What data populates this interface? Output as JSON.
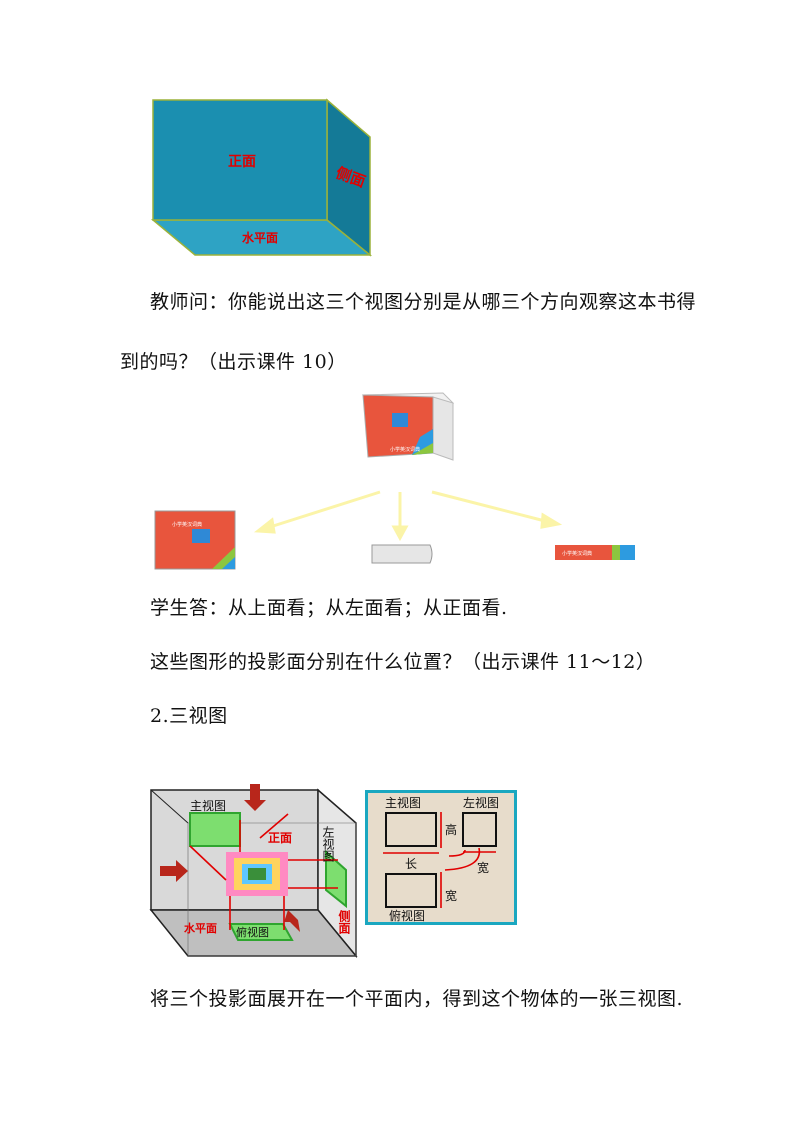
{
  "figure1": {
    "front_label": "正面",
    "side_label": "侧面",
    "bottom_label": "水平面"
  },
  "text": {
    "teacher_question_line1": "教师问：你能说出这三个视图分别是从哪三个方向观察这本书得",
    "teacher_question_line2": "到的吗？（出示课件 10）",
    "student_answer": "学生答：从上面看；从左面看；从正面看.",
    "projection_question": "这些图形的投影面分别在什么位置？（出示课件 11～12）",
    "section_heading": "2.三视图",
    "conclusion": "将三个投影面展开在一个平面内，得到这个物体的一张三视图."
  },
  "figure3": {
    "box": {
      "main_view": "主视图",
      "front_plane": "正面",
      "left_view": "左视图",
      "side_plane": "侧面",
      "horizontal_plane": "水平面",
      "top_view": "俯视图"
    },
    "diagram": {
      "main_view": "主视图",
      "left_view": "左视图",
      "top_view": "俯视图",
      "length": "长",
      "height": "高",
      "width1": "宽",
      "width2": "宽"
    }
  },
  "colors": {
    "cube_front": "#1b8fb0",
    "cube_side": "#147a97",
    "cube_bottom": "#2ea3c4",
    "book_red": "#e8553d",
    "arrow_yellow": "#fbf4a8",
    "label_red": "#e10000",
    "frame_teal": "#1aa7c0"
  }
}
